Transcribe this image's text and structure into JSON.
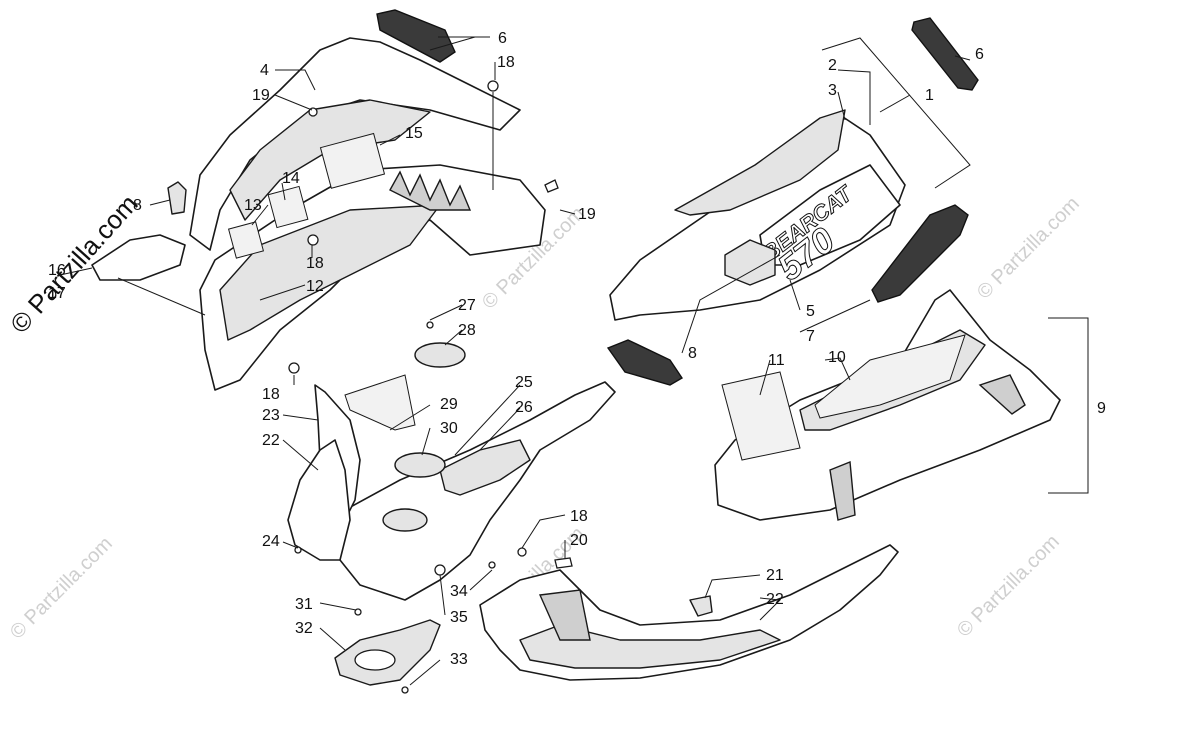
{
  "watermark": {
    "main": "© Partzilla.com",
    "tile": "© Partzilla.com"
  },
  "decal_text": {
    "name": "BEARCAT",
    "model": "570"
  },
  "callouts": {
    "c1": "1",
    "c2": "2",
    "c3": "3",
    "c4": "4",
    "c5": "5",
    "c6a": "6",
    "c6b": "6",
    "c7": "7",
    "c8a": "8",
    "c8b": "8",
    "c9": "9",
    "c10": "10",
    "c11": "11",
    "c12": "12",
    "c13": "13",
    "c14": "14",
    "c15": "15",
    "c16": "16",
    "c17": "17",
    "c18a": "18",
    "c18b": "18",
    "c18c": "18",
    "c18d": "18",
    "c19a": "19",
    "c19b": "19",
    "c20": "20",
    "c21": "21",
    "c22a": "22",
    "c22b": "22",
    "c23": "23",
    "c24": "24",
    "c25": "25",
    "c26": "26",
    "c27": "27",
    "c28": "28",
    "c29": "29",
    "c30": "30",
    "c31": "31",
    "c32": "32",
    "c33": "33",
    "c34": "34",
    "c35": "35"
  }
}
